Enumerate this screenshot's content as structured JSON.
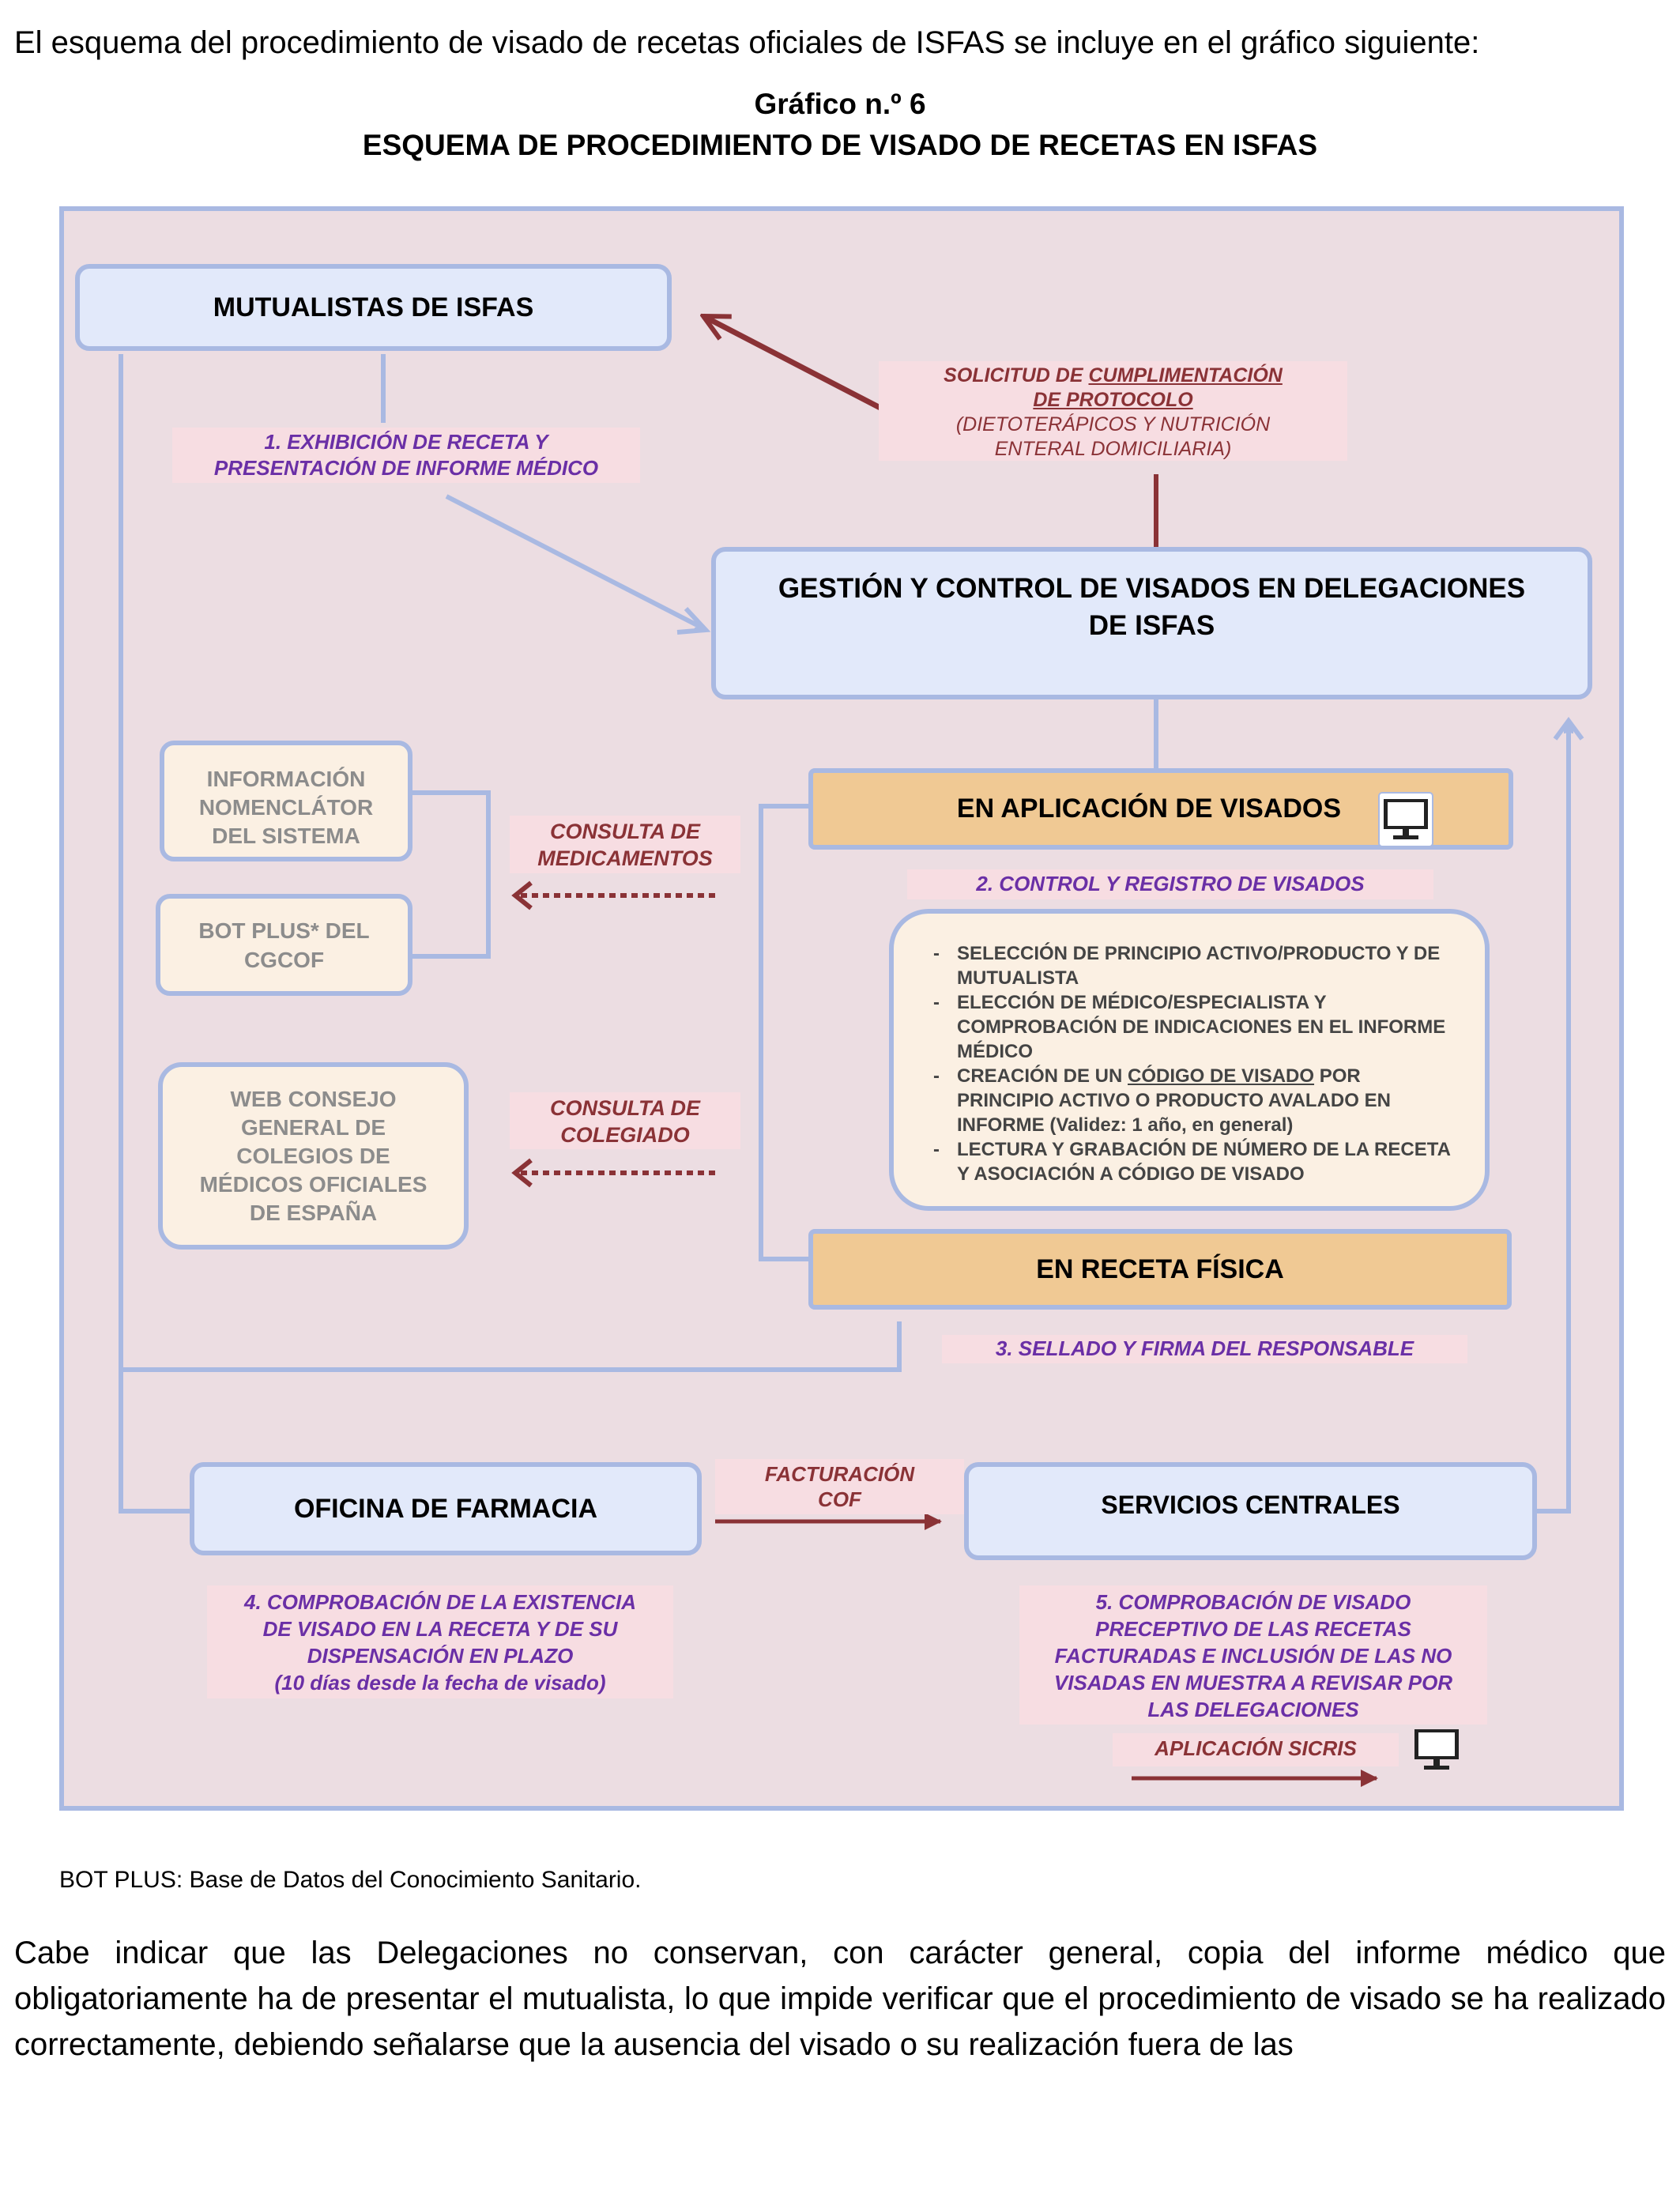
{
  "intro_text": "El esquema del procedimiento de visado de recetas oficiales de ISFAS se incluye en el gráfico siguiente:",
  "figure": {
    "number": "Gráfico n.º 6",
    "title": "ESQUEMA DE PROCEDIMIENTO DE VISADO DE RECETAS EN ISFAS"
  },
  "diagram": {
    "mutualistas": "MUTUALISTAS DE ISFAS",
    "solicitud": {
      "line1_prefix": "SOLICITUD DE ",
      "line1_underlined": "CUMPLIMENTACIÓN",
      "line2_underlined": "DE PROTOCOLO",
      "line3": "(DIETOTERÁPICOS Y NUTRICIÓN",
      "line4": "ENTERAL DOMICILIARIA)"
    },
    "step1": {
      "line1": "1. EXHIBICIÓN DE RECETA Y",
      "line2": "PRESENTACIÓN DE INFORME MÉDICO"
    },
    "gestion": {
      "line1": "GESTIÓN Y CONTROL DE VISADOS EN DELEGACIONES",
      "line2": "DE ISFAS"
    },
    "nomenclator": {
      "line1": "INFORMACIÓN",
      "line2": "NOMENCLÁTOR",
      "line3": "DEL SISTEMA"
    },
    "botplus": {
      "line1": "BOT PLUS* DEL",
      "line2": "CGCOF"
    },
    "consulta_medicamentos": {
      "line1": "CONSULTA DE",
      "line2": "MEDICAMENTOS"
    },
    "aplicacion_visados": "EN APLICACIÓN DE VISADOS",
    "step2": "2. CONTROL Y REGISTRO DE VISADOS",
    "steps_list": [
      {
        "text": "SELECCIÓN DE PRINCIPIO ACTIVO/PRODUCTO Y DE MUTUALISTA"
      },
      {
        "text": "ELECCIÓN DE MÉDICO/ESPECIALISTA Y COMPROBACIÓN DE INDICACIONES EN EL INFORME MÉDICO"
      },
      {
        "text_before": "CREACIÓN DE UN ",
        "underlined": "CÓDIGO DE VISADO",
        "text_after": " POR PRINCIPIO ACTIVO O PRODUCTO AVALADO EN INFORME (Validez: 1 año, en general)"
      },
      {
        "text": "LECTURA Y GRABACIÓN DE NÚMERO DE LA RECETA Y ASOCIACIÓN A CÓDIGO DE VISADO"
      }
    ],
    "web_consejo": {
      "line1": "WEB CONSEJO",
      "line2": "GENERAL DE",
      "line3": "COLEGIOS DE",
      "line4": "MÉDICOS OFICIALES",
      "line5": "DE ESPAÑA"
    },
    "consulta_colegiado": {
      "line1": "CONSULTA DE",
      "line2": "COLEGIADO"
    },
    "receta_fisica": "EN RECETA FÍSICA",
    "step3": "3. SELLADO Y FIRMA DEL RESPONSABLE",
    "oficina": "OFICINA DE FARMACIA",
    "facturacion": {
      "line1": "FACTURACIÓN",
      "line2": "COF"
    },
    "servicios": "SERVICIOS CENTRALES",
    "step4": {
      "line1": "4. COMPROBACIÓN DE LA EXISTENCIA",
      "line2": "DE VISADO EN LA RECETA Y DE SU",
      "line3": "DISPENSACIÓN EN PLAZO",
      "line4": "(10 días desde la fecha de visado)"
    },
    "step5": {
      "line1": "5. COMPROBACIÓN DE VISADO",
      "line2": "PRECEPTIVO DE LAS RECETAS",
      "line3": "FACTURADAS E INCLUSIÓN DE LAS NO",
      "line4": "VISADAS EN MUESTRA A REVISAR POR",
      "line5": "LAS DELEGACIONES"
    },
    "sicris": "APLICACIÓN SICRIS",
    "colors": {
      "frame_border": "#a9b9e2",
      "frame_bg": "#ecdde2",
      "box_blue": "#e2e9fa",
      "box_cream": "#fbf0e3",
      "box_orange": "#f0c994",
      "purple_text": "#6a2fa6",
      "red_text": "#8a3236",
      "arrow_red": "#8a3236",
      "label_bg": "#f7dde2"
    },
    "icons": [
      "monitor-icon"
    ]
  },
  "footnote": "BOT PLUS: Base de Datos del Conocimiento Sanitario.",
  "paragraph": "Cabe indicar que las Delegaciones no conservan, con carácter general, copia del informe médico que obligatoriamente ha de presentar el mutualista, lo que impide verificar que el procedimiento de visado se ha realizado correctamente, debiendo señalarse que la ausencia del visado o su realización fuera de las"
}
